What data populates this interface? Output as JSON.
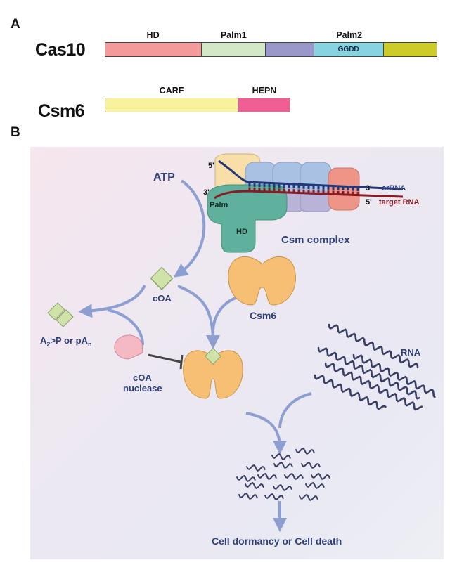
{
  "panel_a": {
    "letter": "A",
    "proteins": [
      {
        "name": "Cas10",
        "domains": [
          {
            "label": "HD",
            "inner_label": "",
            "color": "#f49a9a",
            "fraction": 0.29
          },
          {
            "label": "Palm1",
            "inner_label": "",
            "color": "#d3e8c6",
            "fraction": 0.195
          },
          {
            "label": "",
            "inner_label": "",
            "color": "#9a98cb",
            "fraction": 0.145
          },
          {
            "label": "Palm2",
            "inner_label": "GGDD",
            "color": "#87d3e1",
            "fraction": 0.21
          },
          {
            "label": "",
            "inner_label": "",
            "color": "#cccb2a",
            "fraction": 0.16
          }
        ]
      },
      {
        "name": "Csm6",
        "domains": [
          {
            "label": "CARF",
            "inner_label": "",
            "color": "#f8f29c",
            "fraction": 0.72
          },
          {
            "label": "HEPN",
            "inner_label": "",
            "color": "#ef5f93",
            "fraction": 0.28
          }
        ]
      }
    ]
  },
  "panel_b": {
    "letter": "B",
    "labels": {
      "atp": "ATP",
      "five_prime_crrna": "5'",
      "three_prime_target": "3'",
      "palm": "Palm",
      "hd": "HD",
      "three_prime_crrna": "3'",
      "crrna": "crRNA",
      "five_prime_target": "5'",
      "target_rna": "target RNA",
      "csm_complex": "Csm complex",
      "coa": "cOA",
      "csm6": "Csm6",
      "product_main": "A",
      "product_sub1": "2",
      "product_mid": ">P or pA",
      "product_sub2": "n",
      "coa_nuclease_line1": "cOA",
      "coa_nuclease_line2": "nuclease",
      "rna": "RNA",
      "outcome": "Cell dormancy or Cell death"
    },
    "colors": {
      "label_blue": "#2f3f77",
      "arrow": "#8d9fd0",
      "crrna": "#23387a",
      "target_rna": "#8a1a24",
      "palm_hd": "#5fb09c",
      "csm6": "#f6bf73",
      "coa": "#cfe2a8",
      "nuclease": "#f5b9c4",
      "inhibitor": "#444444",
      "rna_strand": "#3a3f66"
    }
  }
}
